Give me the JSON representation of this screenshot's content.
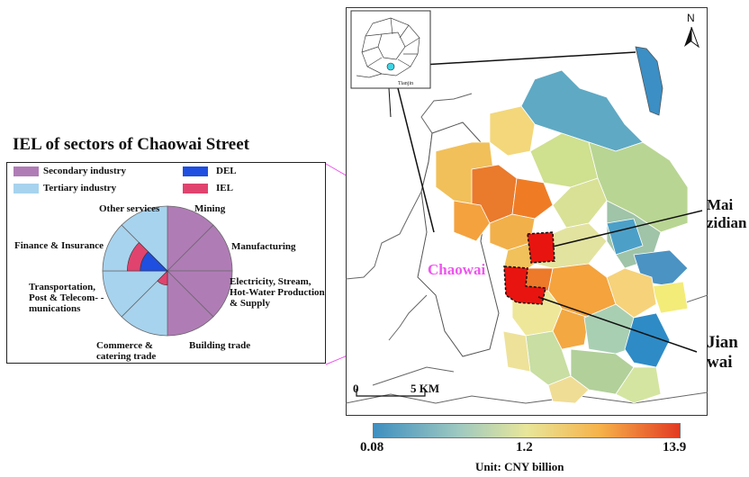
{
  "panel": {
    "title": "IEL of sectors of Chaowai Street",
    "legend": [
      {
        "label": "Secondary industry",
        "color": "#b07cb6"
      },
      {
        "label": "DEL",
        "color": "#1f4fe0"
      },
      {
        "label": "Tertiary industry",
        "color": "#a7d3ee"
      },
      {
        "label": "IEL",
        "color": "#e0436e"
      }
    ],
    "sectors": [
      {
        "label": "Mining",
        "industry": "secondary"
      },
      {
        "label": "Manufacturing",
        "industry": "secondary"
      },
      {
        "label": "Electricity, Stream, Hot-Water Production & Supply",
        "industry": "secondary"
      },
      {
        "label": "Building trade",
        "industry": "secondary"
      },
      {
        "label": "Commerce & catering trade",
        "industry": "tertiary",
        "iel_fraction": 0.22
      },
      {
        "label": "Transportation, Post & Telecom- -munications",
        "industry": "tertiary"
      },
      {
        "label": "Finance & Insurance",
        "industry": "tertiary",
        "iel_fraction": 0.62,
        "del_fraction": 0.42
      },
      {
        "label": "Other services",
        "industry": "tertiary"
      }
    ]
  },
  "map": {
    "north_label": "N",
    "inset_labels": [
      "Tianjin"
    ],
    "place_labels": {
      "chaowai": "Chaowai",
      "maizidian": "Mai zidian",
      "jianwai": "Jian wai"
    },
    "colors": {
      "chaowai_label": "#ee55ee",
      "highlight": "#e8140f"
    },
    "scale_bar": {
      "start_label": "0",
      "end_label": "5 KM"
    }
  },
  "colorbar": {
    "min_label": "0.08",
    "mid_label": "1.2",
    "max_label": "13.9",
    "unit_label": "Unit: CNY billion",
    "colors": [
      "#3f8fc0",
      "#9fc9c0",
      "#e8e69a",
      "#f6b24a",
      "#e23a22"
    ]
  }
}
